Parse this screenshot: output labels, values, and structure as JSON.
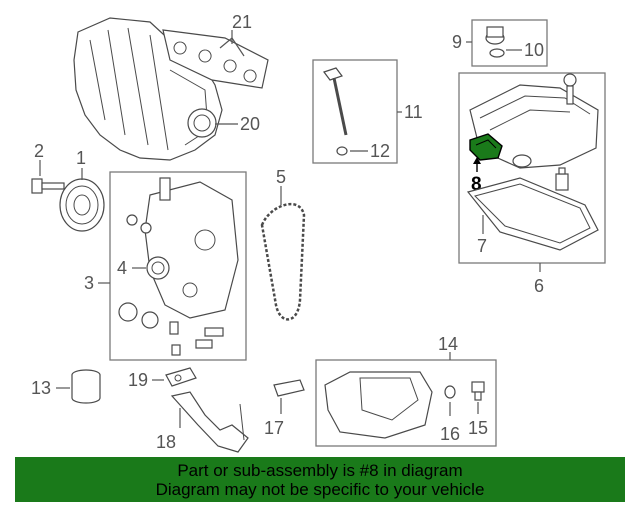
{
  "callouts": {
    "c1": "1",
    "c2": "2",
    "c3": "3",
    "c4": "4",
    "c5": "5",
    "c6": "6",
    "c7": "7",
    "c8": "8",
    "c9": "9",
    "c10": "10",
    "c11": "11",
    "c12": "12",
    "c13": "13",
    "c14": "14",
    "c15": "15",
    "c16": "16",
    "c17": "17",
    "c18": "18",
    "c19": "19",
    "c20": "20",
    "c21": "21"
  },
  "highlight": {
    "color": "#1a7a1a",
    "part": "8"
  },
  "banner": {
    "line1": "Part or sub-assembly is #8 in diagram",
    "line2": "Diagram may not be specific to your vehicle"
  }
}
